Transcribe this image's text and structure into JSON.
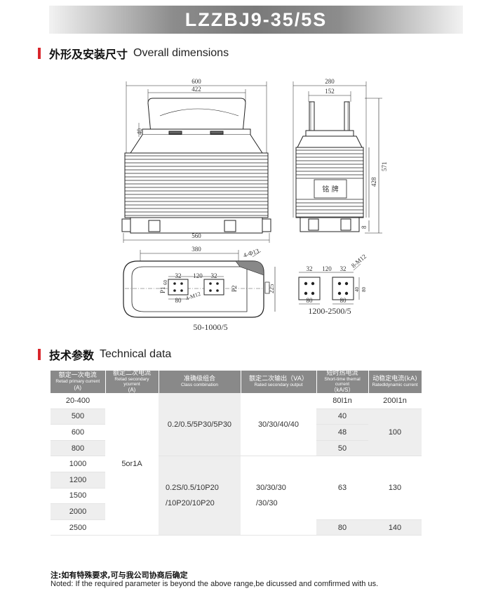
{
  "title": "LZZBJ9-35/5S",
  "sections": {
    "dims": {
      "zh": "外形及安装尺寸",
      "en": "Overall dimensions"
    },
    "tech": {
      "zh": "技术参数",
      "en": "Technical data"
    }
  },
  "drawing": {
    "front": {
      "w600": "600",
      "w422": "422",
      "h40": "40",
      "w560": "560"
    },
    "side": {
      "w280": "280",
      "w152": "152",
      "h571": "571",
      "h428": "428",
      "h8": "8",
      "nameplate": "铭  牌"
    },
    "plan": {
      "w380": "380",
      "hole": "4-Φ13",
      "w32a": "32",
      "w120": "120",
      "w32b": "32",
      "w80": "80",
      "h225": "225",
      "bolt": "4-M12",
      "p1": "P1",
      "p2": "P2",
      "h60": "60",
      "range": "50-1000/5"
    },
    "term": {
      "w32a": "32",
      "w120": "120",
      "w32b": "32",
      "bolt": "8-M12",
      "h40": "40",
      "h80": "80",
      "w80a": "80",
      "w80b": "80",
      "range": "1200-2500/5"
    }
  },
  "table": {
    "headers": [
      {
        "zh": "额定一次电流",
        "en": "Retad primary current",
        "unit": "(A)"
      },
      {
        "zh": "额定二次电流",
        "en": "Retad secondary ycurrent",
        "unit": "(A)"
      },
      {
        "zh": "准确级组合",
        "en": "Class combination",
        "unit": ""
      },
      {
        "zh": "额定二次输出（VA）",
        "en": "Rated secondary output",
        "unit": ""
      },
      {
        "zh": "短时热电流",
        "en": "Short-time themal current",
        "unit": "（kA/S）"
      },
      {
        "zh": "动稳定电流(kA)",
        "en": "Ratedldynamic current",
        "unit": ""
      }
    ],
    "primary": [
      "20-400",
      "500",
      "600",
      "800",
      "1000",
      "1200",
      "1500",
      "2000",
      "2500"
    ],
    "secondary": "5or1A",
    "class_a": "0.2/0.5/5P30/5P30",
    "class_b1": "0.2S/0.5/10P20",
    "class_b2": "/10P20/10P20",
    "output_a": "30/30/40/40",
    "output_b1": "30/30/30",
    "output_b2": "/30/30",
    "thermal": [
      "80I1n",
      "40",
      "48",
      "50",
      "63",
      "80"
    ],
    "dynamic": [
      "200I1n",
      "100",
      "130",
      "140"
    ]
  },
  "note": {
    "zh": "注:如有特殊要求,可与我公司协商后确定",
    "en": "Noted: If the required parameter is beyond the above range,be dicussed and comfirmed with us."
  }
}
